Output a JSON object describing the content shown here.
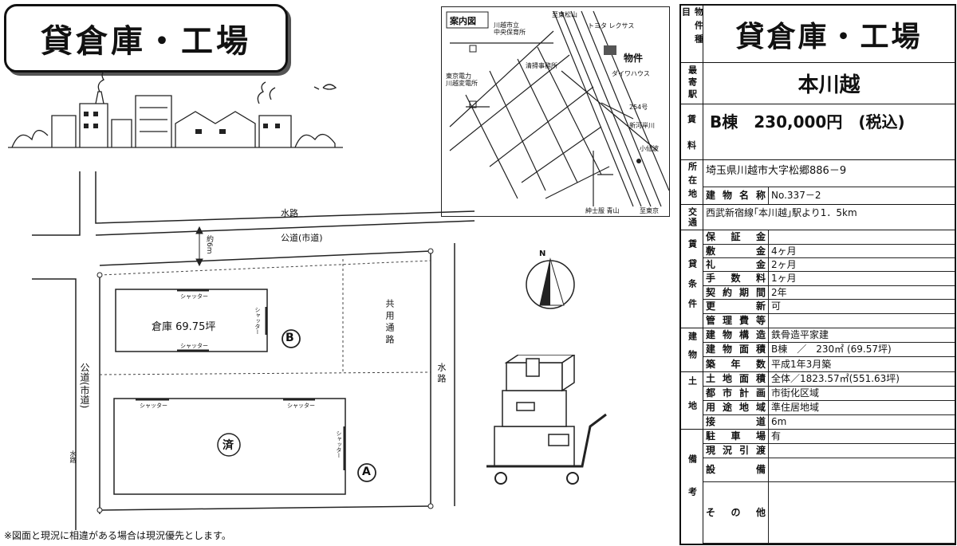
{
  "title": "貸倉庫・工場",
  "map": {
    "heading": "案内図",
    "labels": {
      "school": "川越市立\n中央保育所",
      "to_matsuyama": "至東松山",
      "toyota": "トヨタ レクサス",
      "property": "物件",
      "daiwa": "ダイワハウス",
      "cleaning": "清掃事務所",
      "tepco": "東京電力\n川越変電所",
      "route254": "254号",
      "shingashi": "新河岸川",
      "kosenba": "小仙波",
      "aoyama": "紳士服 青山",
      "to_tokyo": "至東京"
    }
  },
  "plan": {
    "waterway_top": "水路",
    "public_road_top": "公道(市道)",
    "road_width": "約6m",
    "shared_path": "共用通路",
    "waterway_right": "水路",
    "public_road_left": "公道(市道)",
    "waterway_left": "水路",
    "warehouse_b_label": "倉庫 69.75坪",
    "b_mark": "B",
    "a_mark": "A",
    "sumi": "済",
    "shutter": "シャッター"
  },
  "compass_n": "N",
  "note": "※図面と現況に相違がある場合は現況優先とします。",
  "spec": {
    "type_hdr": "物件種目",
    "type_value": "貸倉庫・工場",
    "station_hdr": "最寄駅",
    "station_value": "本川越",
    "rent_hdr_top": "賃",
    "rent_hdr_bottom": "料",
    "rent_value": "B棟　230,000円　(税込)",
    "location_hdr": "所在地",
    "address": "埼玉県川越市大字松郷886－9",
    "building_name_label": "建物名称",
    "building_name": "No.337－2",
    "transport_hdr": "交通",
    "transport": "西武新宿線｢本川越｣駅より1．5km",
    "terms_hdr": "賃貸条件",
    "terms": [
      {
        "label": "保証金",
        "value": ""
      },
      {
        "label": "敷金",
        "value": "4ヶ月"
      },
      {
        "label": "礼金",
        "value": "2ヶ月"
      },
      {
        "label": "手数料",
        "value": "1ヶ月"
      },
      {
        "label": "契約期間",
        "value": "2年"
      },
      {
        "label": "更新",
        "value": "可"
      },
      {
        "label": "管理費等",
        "value": ""
      }
    ],
    "building_hdr": "建物",
    "building": [
      {
        "label": "建物構造",
        "value": "鉄骨造平家建"
      },
      {
        "label": "建物面積",
        "value": "B棟　／　230㎡ (69.57坪)"
      },
      {
        "label": "築年数",
        "value": "平成1年3月築"
      }
    ],
    "land_hdr": "土地",
    "land": [
      {
        "label": "土地面積",
        "value": "全体／1823.57㎡(551.63坪)"
      },
      {
        "label": "都市計画",
        "value": "市街化区域"
      },
      {
        "label": "用途地域",
        "value": "準住居地域"
      },
      {
        "label": "接道",
        "value": "6m"
      }
    ],
    "notes_hdr": "備考",
    "notes": [
      {
        "label": "駐車場",
        "value": "有"
      },
      {
        "label": "現況引渡",
        "value": ""
      },
      {
        "label": "設備",
        "value": ""
      },
      {
        "label": "その他",
        "value": ""
      }
    ]
  }
}
